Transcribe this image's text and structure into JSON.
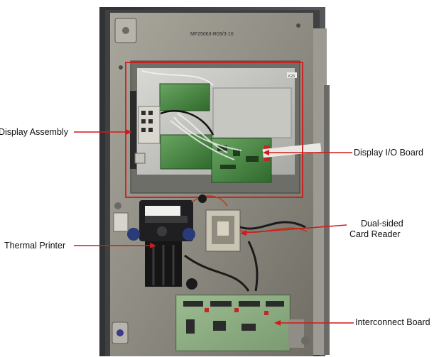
{
  "figure": {
    "plate_text": "MF25063-R09/3-10",
    "small_tag": "K23"
  },
  "callouts": {
    "display_assembly": "Display Assembly",
    "display_io_board": "Display I/O Board",
    "card_reader_line1": "Dual-sided",
    "card_reader_line2": "Card Reader",
    "thermal_printer": "Thermal Printer",
    "interconnect_board": "Interconnect Board"
  },
  "colors": {
    "callout_arrow": "#d11a1a",
    "highlight_box": "#d11a1a",
    "panel_metal": "#8c8a80",
    "pcb_green": "#3e7a3a"
  }
}
